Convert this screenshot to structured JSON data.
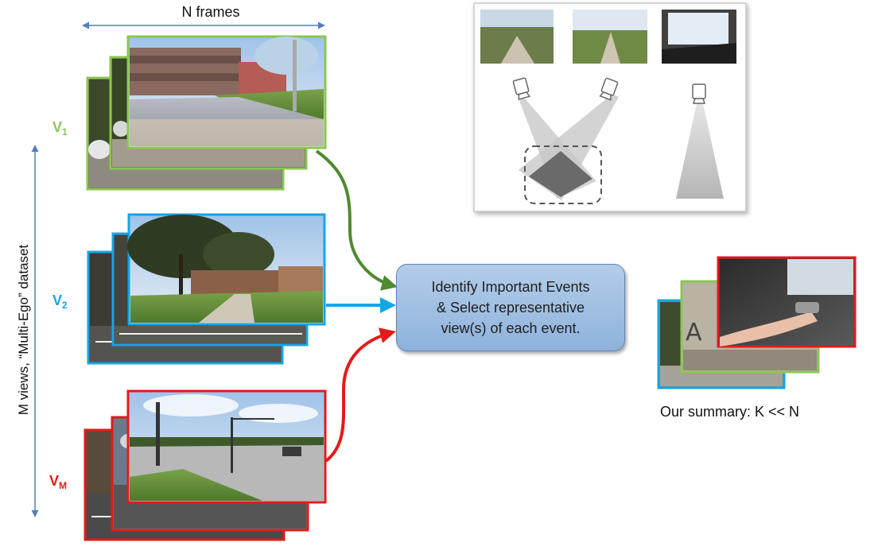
{
  "labels": {
    "n_frames": "N frames",
    "m_views": "M views, “Multi-Ego” dataset",
    "v1_letter": "V",
    "v1_sub": "1",
    "v2_letter": "V",
    "v2_sub": "2",
    "vm_letter": "V",
    "vm_sub": "M",
    "summary": "Our summary: K << N"
  },
  "process_box": {
    "line1": "Identify Important Events",
    "line2": "& Select representative",
    "line3": "view(s) of each event."
  },
  "colors": {
    "green": "#8cc652",
    "blue": "#14a6e6",
    "red": "#e31a1a",
    "dark_green_arrow": "#4f8a2f",
    "axis_blue": "#4f7fbf"
  }
}
